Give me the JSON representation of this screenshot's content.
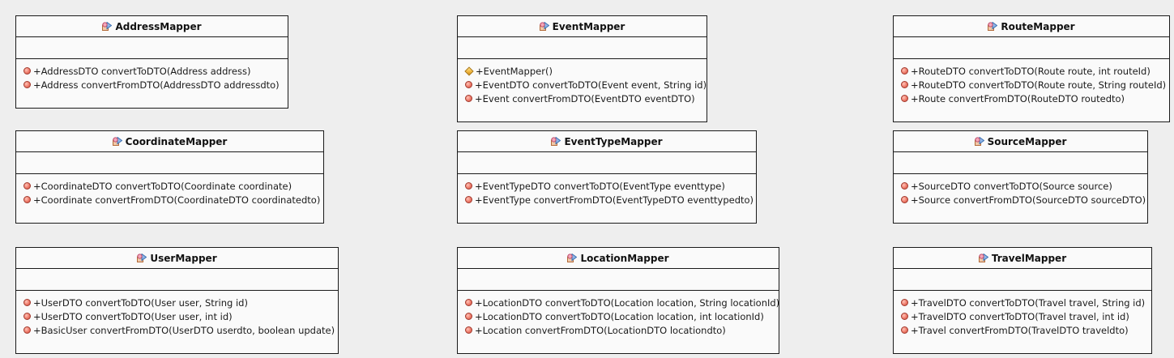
{
  "classes": [
    {
      "name": "AddressMapper",
      "icon": "class-icon",
      "operations": [
        {
          "visibility": "public",
          "signature": "+AddressDTO convertToDTO(Address address)"
        },
        {
          "visibility": "public",
          "signature": "+Address convertFromDTO(AddressDTO addressdto)"
        }
      ]
    },
    {
      "name": "EventMapper",
      "icon": "class-icon",
      "operations": [
        {
          "visibility": "constructor",
          "signature": "+EventMapper()"
        },
        {
          "visibility": "public",
          "signature": "+EventDTO convertToDTO(Event event, String id)"
        },
        {
          "visibility": "public",
          "signature": "+Event convertFromDTO(EventDTO eventDTO)"
        }
      ]
    },
    {
      "name": "RouteMapper",
      "icon": "class-icon",
      "operations": [
        {
          "visibility": "public",
          "signature": "+RouteDTO convertToDTO(Route route, int routeId)"
        },
        {
          "visibility": "public",
          "signature": "+RouteDTO convertToDTO(Route route, String routeId)"
        },
        {
          "visibility": "public",
          "signature": "+Route convertFromDTO(RouteDTO routedto)"
        }
      ]
    },
    {
      "name": "CoordinateMapper",
      "icon": "class-icon",
      "operations": [
        {
          "visibility": "public",
          "signature": "+CoordinateDTO convertToDTO(Coordinate coordinate)"
        },
        {
          "visibility": "public",
          "signature": "+Coordinate convertFromDTO(CoordinateDTO coordinatedto)"
        }
      ]
    },
    {
      "name": "EventTypeMapper",
      "icon": "class-icon",
      "operations": [
        {
          "visibility": "public",
          "signature": "+EventTypeDTO convertToDTO(EventType eventtype)"
        },
        {
          "visibility": "public",
          "signature": "+EventType convertFromDTO(EventTypeDTO eventtypedto)"
        }
      ]
    },
    {
      "name": "SourceMapper",
      "icon": "class-icon",
      "operations": [
        {
          "visibility": "public",
          "signature": "+SourceDTO convertToDTO(Source source)"
        },
        {
          "visibility": "public",
          "signature": "+Source convertFromDTO(SourceDTO sourceDTO)"
        }
      ]
    },
    {
      "name": "UserMapper",
      "icon": "class-icon",
      "operations": [
        {
          "visibility": "public",
          "signature": "+UserDTO convertToDTO(User user, String id)"
        },
        {
          "visibility": "public",
          "signature": "+UserDTO convertToDTO(User user, int id)"
        },
        {
          "visibility": "public",
          "signature": "+BasicUser convertFromDTO(UserDTO userdto, boolean update)"
        }
      ]
    },
    {
      "name": "LocationMapper",
      "icon": "class-icon",
      "operations": [
        {
          "visibility": "public",
          "signature": "+LocationDTO convertToDTO(Location location, String locationId)"
        },
        {
          "visibility": "public",
          "signature": "+LocationDTO convertToDTO(Location location, int locationId)"
        },
        {
          "visibility": "public",
          "signature": "+Location convertFromDTO(LocationDTO locationdto)"
        }
      ]
    },
    {
      "name": "TravelMapper",
      "icon": "class-icon",
      "operations": [
        {
          "visibility": "public",
          "signature": "+TravelDTO convertToDTO(Travel travel, String id)"
        },
        {
          "visibility": "public",
          "signature": "+TravelDTO convertToDTO(Travel travel, int id)"
        },
        {
          "visibility": "public",
          "signature": "+Travel convertFromDTO(TravelDTO traveldto)"
        }
      ]
    }
  ]
}
